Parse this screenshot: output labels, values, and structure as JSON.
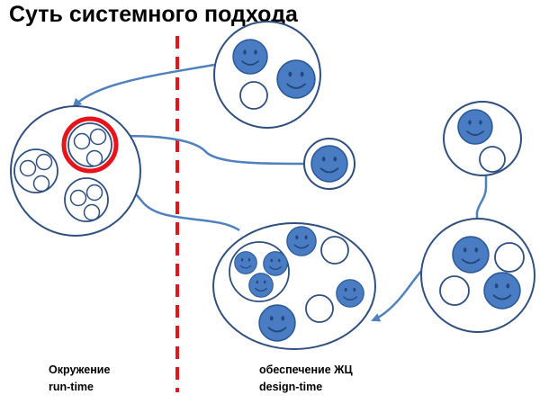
{
  "title": "Суть системного подхода",
  "left_caption": {
    "line1": "Окружение",
    "line2": "run-time"
  },
  "right_caption": {
    "line1": "обеспечение ЖЦ",
    "line2": "design-time"
  },
  "colors": {
    "outline": "#2f4f7f",
    "face_fill": "#4a7cc4",
    "face_stroke": "#2c5a97",
    "arrow": "#4f81bd",
    "divider": "#e8141c",
    "highlight": "#e8141c"
  }
}
